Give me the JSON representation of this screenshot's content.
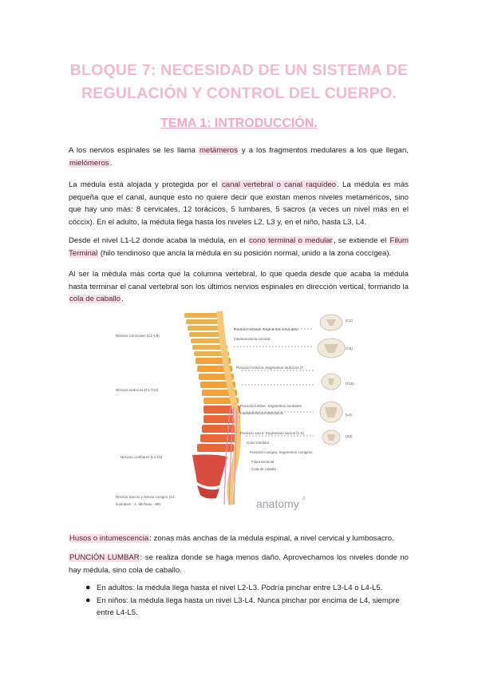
{
  "title": {
    "line1": "BLOQUE 7: NECESIDAD DE UN SISTEMA DE",
    "line2": "REGULACIÓN Y CONTROL DEL CUERPO."
  },
  "subtitle": "TEMA 1: INTRODUCCIÓN.",
  "p1": {
    "t1": "A los nervios espinales se les llama ",
    "h1": "metámeros",
    "t2": " y a los fragmentos medulares a los que llegan, ",
    "h2": "mielómeros",
    "t3": "."
  },
  "p2": {
    "t1": "La médula está alojada y protegida por el ",
    "h1": "canal vertebral o canal raquídeo",
    "t2": ". La médula es más pequeña que el canal, aunque esto no quiere decir que existan menos niveles metaméricos, sino que hay uno más: 8 cervicales, 12 torácicos, 5 lumbares, 5 sacros (a veces un nivel más en el cóccix).  En el adulto, la médula llega hasta los niveles L2, L3 y, en el niño, hasta L3, L4."
  },
  "p3": {
    "t1": "Desde el nivel L1-L2 donde acaba la médula, en el ",
    "h1": "cono terminal o medular",
    "t2": ", se extiende el ",
    "h2": "Filum Terminal",
    "t3": " (hilo tendinoso que ancla la médula en su posición normal, unido a la zona coccígea)."
  },
  "p4": {
    "t1": "Al ser la médula más corta que la columna vertebral, lo que queda desde que acaba la médula hasta terminar el canal vertebral son los últimos nervios espinales en dirección vertical, formando la ",
    "h1": "cola de caballo",
    "t2": "."
  },
  "figure": {
    "left_labels": [
      "Nervios Cervicales (C1-C8)",
      "Nervios torácicos (T1-T12)",
      "Nervios Lumbares (L1-L5)",
      "Nervios Sacros y Nervio coxígeo (S1-",
      "Ilustration : A. Micheau - MD"
    ],
    "mid_labels": [
      "Posición cervical: Segmentos cervicales",
      "Intumescencia cervical",
      "Posición torácica; Segmentos torácicos (T",
      "Posición lumbar; Segmentos lumbares",
      "Intumescencia lumbosacra",
      "Posición sacra; Segmentos sacros (1-5)",
      "Cono medular",
      "Posición coxígea; Segmentos coxígeos",
      "Filum terminal",
      "Cola de caballo"
    ],
    "section_labels": [
      "(C2)",
      "(C5)",
      "(T10)",
      "(L3)",
      "(S3)"
    ],
    "watermark": "anatomy",
    "watermark_sup": "3",
    "colors": {
      "cervical": "#e9b24e",
      "thoracic": "#f3a13a",
      "lumbar": "#e8663a",
      "sacral": "#d94a3f",
      "cord": "#f2c97a",
      "pink": "#e88bb2"
    }
  },
  "p5": {
    "h1": "Husos o intumescencia",
    "t1": ": zonas más anchas de la médula espinal, a nivel cervical y lumbosacro."
  },
  "p6": {
    "h1": "PUNCIÓN LUMBAR",
    "t1": ": se realiza donde se haga menos daño. Aprovechamos los niveles donde no hay médula, sino cola de caballo."
  },
  "bullets": [
    "En adultos: la médula llega hasta el nivel L2-L3. Podría pinchar entre L3-L4 o L4-L5.",
    "En niños: la médula llega hasta un nivel L3-L4. Nunca pinchar por encima de L4, siempre entre L4-L5."
  ],
  "bullet_glyph": "●"
}
